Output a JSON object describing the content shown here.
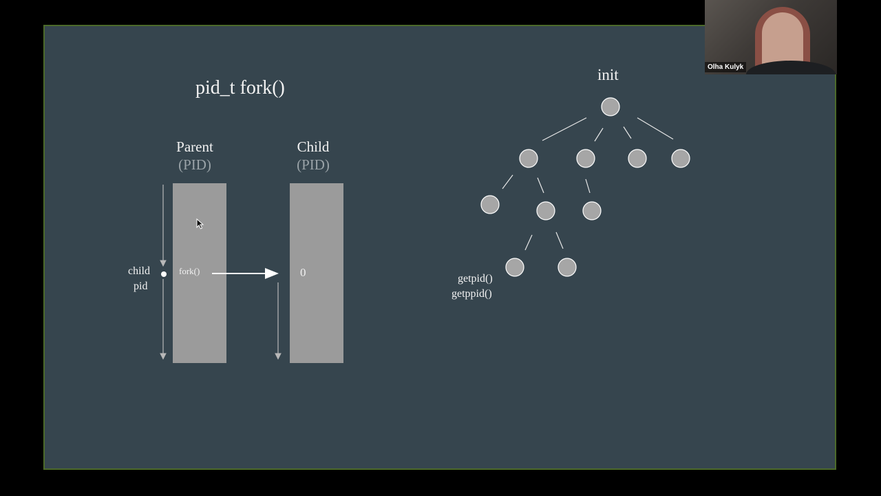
{
  "slide": {
    "title": "pid_t  fork()",
    "parent": {
      "label": "Parent",
      "sub": "(PID)"
    },
    "child": {
      "label": "Child",
      "sub": "(PID)"
    },
    "child_pid_line1": "child",
    "child_pid_line2": "pid",
    "fork_call": "fork()",
    "child_return": "0",
    "tree_root": "init",
    "getpid": "getpid()",
    "getppid": "getppid()"
  },
  "participant": {
    "name": "Olha Kulyk"
  }
}
